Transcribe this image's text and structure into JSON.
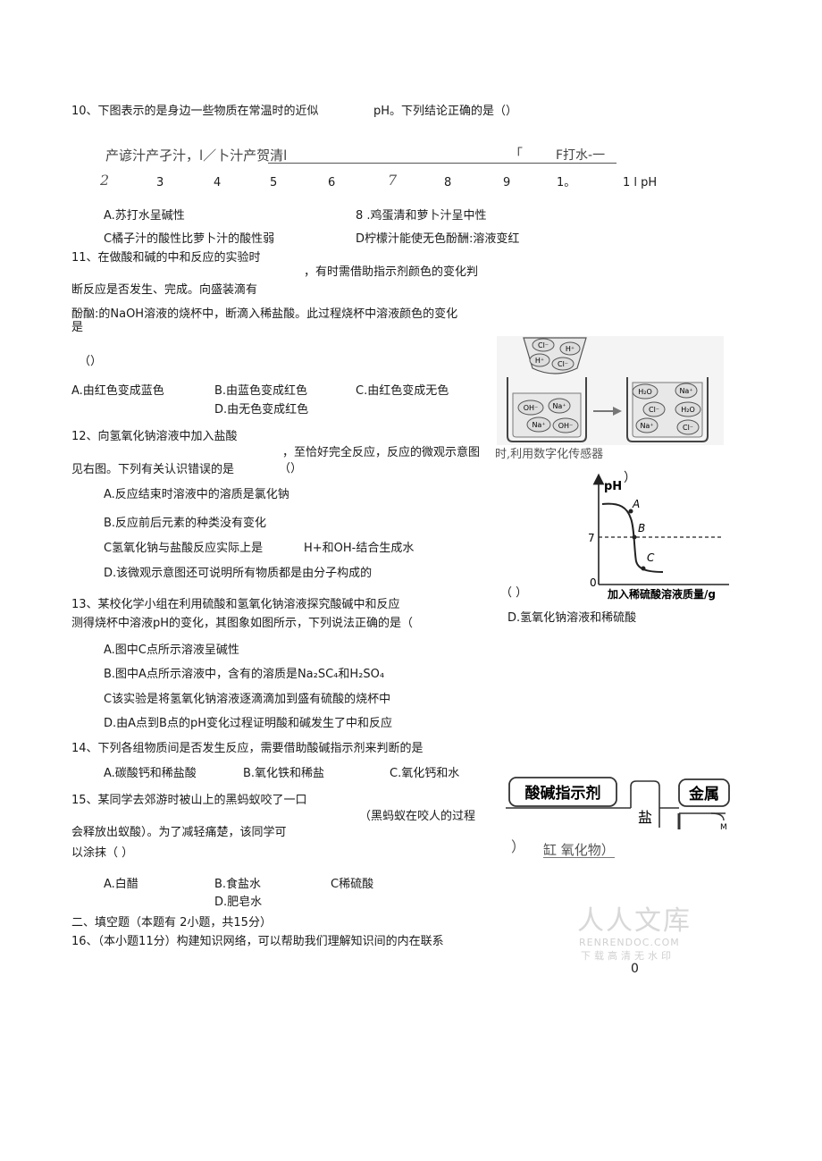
{
  "q10": {
    "stem": "10、下图表示的是身边一些物质在常温时的近似",
    "stem_ph": "pH。下列结论正确的是（）",
    "scale_labels": "产谚汁产孑汁，l／卜汁产贺清l",
    "scale_bracket": "「",
    "scale_right": "F打水-一",
    "numbers": [
      "2",
      "3",
      "4",
      "5",
      "6",
      "7",
      "8",
      "9",
      "1。",
      "1 l pH"
    ],
    "optA": "A.苏打水呈碱性",
    "optB": "8 .鸡蛋清和萝卜汁呈中性",
    "optC": "C橘子汁的酸性比萝卜汁的酸性弱",
    "optD": "D柠檬汁能使无色酚酬:溶液变红"
  },
  "q11": {
    "line1a": "11、在做酸和碱的中和反应的实验时",
    "line1b": "，有时需借助指示剂颜色的变化判",
    "line2": "断反应是否发生、完成。向盛装滴有",
    "line3": "酚酗:的NaOH溶液的烧杯中，断滴入稀盐酸。此过程烧杯中溶液颜色的变化",
    "line4": "是",
    "paren": "（）",
    "optA": "A.由红色变成蓝色",
    "optB": "B.由蓝色变成红色",
    "optC": "C.由红色变成无色",
    "optD": "D.由无色变成红色"
  },
  "q12": {
    "line1a": "12、向氢氧化钠溶液中加入盐酸",
    "line1b": "，至恰好完全反应，反应的微观示意图",
    "overlap": "时,利用数字化传感器",
    "line2": "见右图。下列有关认识错误的是",
    "paren": "（）",
    "optA": "A.反应结束时溶液中的溶质是氯化钠",
    "optB": "B.反应前后元素的种类没有变化",
    "optC1": "C氢氧化钠与盐酸反应实际上是",
    "optC2": "H+和OH-结合生成水",
    "optD": "D.该微观示意图还可说明所有物质都是由分子构成的",
    "right_paren": "）"
  },
  "diagram": {
    "drop_ions": [
      "Cl⁻",
      "H⁺",
      "H⁺",
      "Cl⁻"
    ],
    "left_ions": [
      "OH⁻",
      "Na⁺",
      "Na⁺",
      "OH⁻"
    ],
    "right_ions": [
      "H₂O",
      "Na⁺",
      "Cl⁻",
      "H₂O",
      "Na⁺",
      "Cl⁻"
    ]
  },
  "graph": {
    "ylabel": "pH",
    "y7": "7",
    "origin": "0",
    "points": [
      "A",
      "B",
      "C"
    ],
    "xlabel": "加入稀硫酸溶液质量/g",
    "paren": "（ ）",
    "optD": "D.氢氧化钠溶液和稀硫酸"
  },
  "q13": {
    "line1": "13、某校化学小组在利用硫酸和氢氧化钠溶液探究酸碱中和反应",
    "line2": "测得烧杯中溶液pH的变化，其图象如图所示，下列说法正确的是（",
    "optA": "A.图中C点所示溶液呈碱性",
    "optB": "B.图中A点所示溶液中，含有的溶质是Na₂SC₄和H₂SO₄",
    "optC": "C该实验是将氢氧化钠溶液逐滴滴加到盛有硫酸的烧杯中",
    "optD": "D.由A点到B点的pH变化过程证明酸和碱发生了中和反应"
  },
  "q14": {
    "stem": "14、下列各组物质间是否发生反应，需要借助酸碱指示剂来判断的是",
    "optA": "A.碳酸钙和稀盐酸",
    "optB": "B.氧化铁和稀盐",
    "optC": "C.氧化钙和水"
  },
  "q15": {
    "line1": "15、某同学去郊游时被山上的黑蚂蚁咬了一口",
    "line1b": "（黑蚂蚁在咬人的过程",
    "line2": "会释放出蚁酸）。为了减轻痛楚，该同学可",
    "line3": "以涂抹（      ）",
    "optA": "A.白醋",
    "optB": "B.食盐水",
    "optC": "C稀硫酸",
    "optD": "D.肥皂水"
  },
  "network": {
    "box1": "酸碱指示剂",
    "box2": "盐",
    "box3": "金属",
    "mark": "M",
    "paren": "）",
    "oxide": "缸 氧化物）"
  },
  "section2": {
    "title": "二、填空题（本题有 2小题，共15分）",
    "q16": "16、（本小题11分）构建知识网络，可以帮助我们理解知识间的内在联系"
  },
  "watermark": {
    "title": "人人文库",
    "site": "RENRENDOC.COM",
    "slogan": "下载高清无水印"
  },
  "page_number": "0"
}
